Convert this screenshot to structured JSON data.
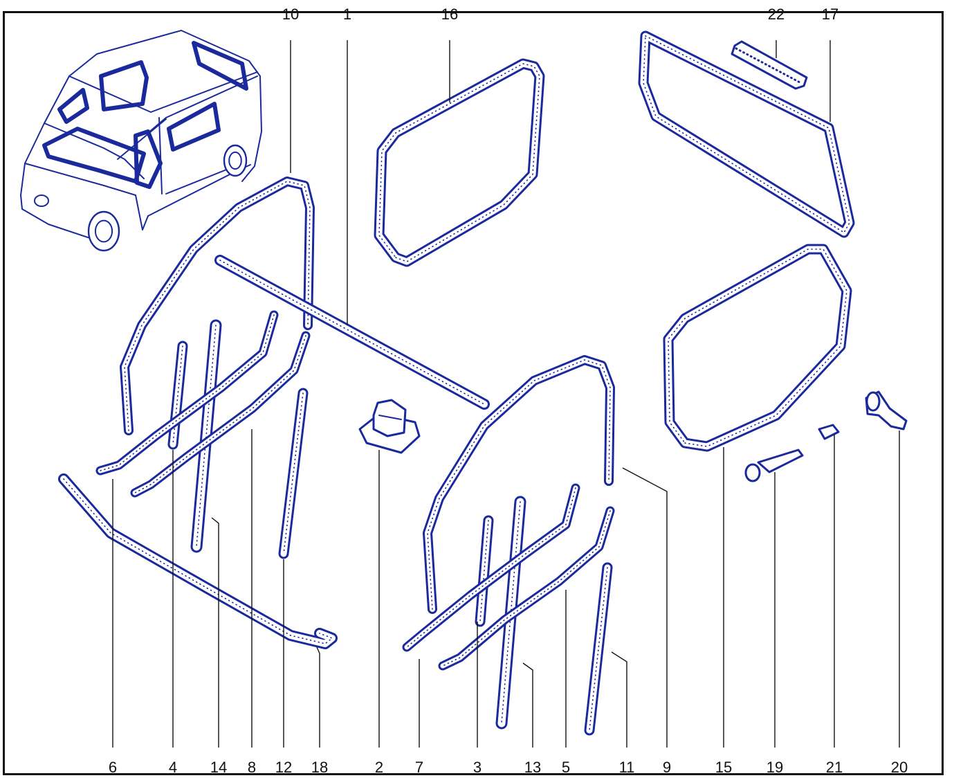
{
  "diagram": {
    "colors": {
      "ink": "#1a2a9c",
      "line": "#111111",
      "background": "#ffffff"
    },
    "callouts": [
      {
        "id": "10",
        "label": "10"
      },
      {
        "id": "1",
        "label": "1"
      },
      {
        "id": "16",
        "label": "16"
      },
      {
        "id": "22",
        "label": "22"
      },
      {
        "id": "17",
        "label": "17"
      },
      {
        "id": "6",
        "label": "6"
      },
      {
        "id": "4",
        "label": "4"
      },
      {
        "id": "14",
        "label": "14"
      },
      {
        "id": "8",
        "label": "8"
      },
      {
        "id": "12",
        "label": "12"
      },
      {
        "id": "18",
        "label": "18"
      },
      {
        "id": "2",
        "label": "2"
      },
      {
        "id": "7",
        "label": "7"
      },
      {
        "id": "3",
        "label": "3"
      },
      {
        "id": "13",
        "label": "13"
      },
      {
        "id": "5",
        "label": "5"
      },
      {
        "id": "11",
        "label": "11"
      },
      {
        "id": "9",
        "label": "9"
      },
      {
        "id": "15",
        "label": "15"
      },
      {
        "id": "19",
        "label": "19"
      },
      {
        "id": "21",
        "label": "21"
      },
      {
        "id": "20",
        "label": "20"
      }
    ]
  }
}
